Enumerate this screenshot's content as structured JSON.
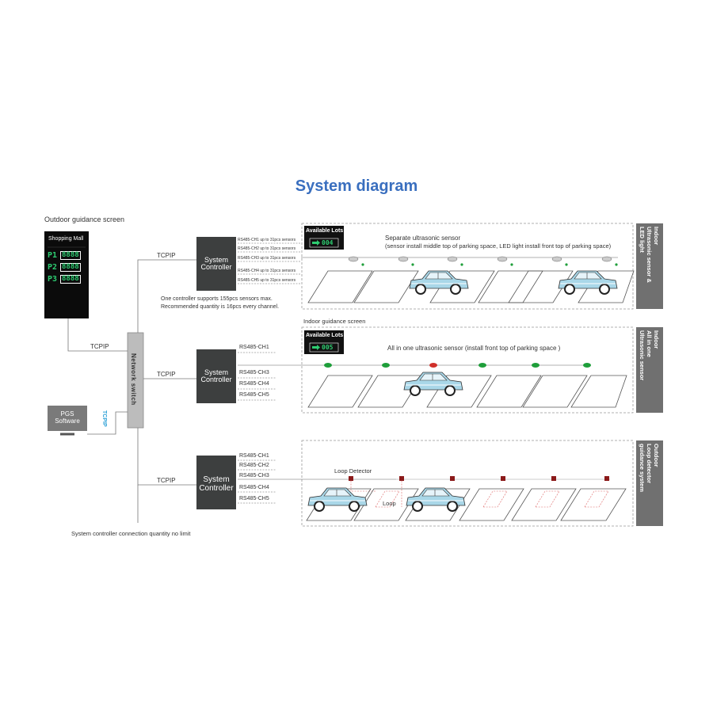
{
  "title": "System diagram",
  "outdoor_screen": {
    "caption": "Outdoor guidance screen",
    "header": "Shopping Mall",
    "rows": [
      {
        "label": "P1",
        "value": "8888"
      },
      {
        "label": "P2",
        "value": "8888"
      },
      {
        "label": "P3",
        "value": "8888"
      }
    ]
  },
  "network_switch": {
    "label": "Network switch"
  },
  "pgs": {
    "line1": "PGS",
    "line2": "Software"
  },
  "links": {
    "tcpip": "TCPIP"
  },
  "controllers": [
    {
      "line1": "System",
      "line2": "Controller",
      "channels": [
        "RS485-CH1  up to 31pcs sensors",
        "RS485-CH2  up to 31pcs sensors",
        "RS485-CH3  up to 31pcs sensors",
        "RS485-CH4  up to 31pcs sensors",
        "RS485-CH5  up to 31pcs sensors"
      ],
      "note1": "One controller supports 155pcs sensors max.",
      "note2": "Recommended quantity is 16pcs every channel."
    },
    {
      "line1": "System",
      "line2": "Controller",
      "channels": [
        "RS485-CH1",
        "RS485-CH3",
        "RS485-CH4",
        "RS485-CH5"
      ]
    },
    {
      "line1": "System",
      "line2": "Controller",
      "channels": [
        "RS485-CH1",
        "RS485-CH2",
        "RS485-CH3",
        "RS485-CH4",
        "RS485-CH5"
      ]
    }
  ],
  "zones": [
    {
      "side_label": [
        "Indoor",
        "Ultrasonic sensor &",
        "LED light"
      ],
      "sign_title": "Available Lots",
      "sign_value": "004",
      "desc1": "Separate ultrasonic sensor",
      "desc2": "(sensor install middle top of parking space, LED light install front top of parking space)"
    },
    {
      "above_label": "Indoor guidance screen",
      "side_label": [
        "Indoor",
        "All in one",
        "Ultrasonic sensor"
      ],
      "sign_title": "Available Lots",
      "sign_value": "005",
      "desc1": "All in one ultrasonic sensor (install front top of parking space )"
    },
    {
      "side_label": [
        "Outdoor",
        "Loop detector",
        "guidance system"
      ],
      "detector_label": "Loop Detector",
      "loop_label": "Loop"
    }
  ],
  "footer_note": "System controller connection quantity no limit",
  "colors": {
    "title": "#3a6fbf",
    "controller": "#3d3f3f",
    "side_panel": "#707070",
    "led_green": "#1e9e3a",
    "led_red": "#d0302a",
    "car_body": "#a9d7e8",
    "digits": "#2ecc71",
    "tcpip_blue": "#2a9fd6"
  }
}
